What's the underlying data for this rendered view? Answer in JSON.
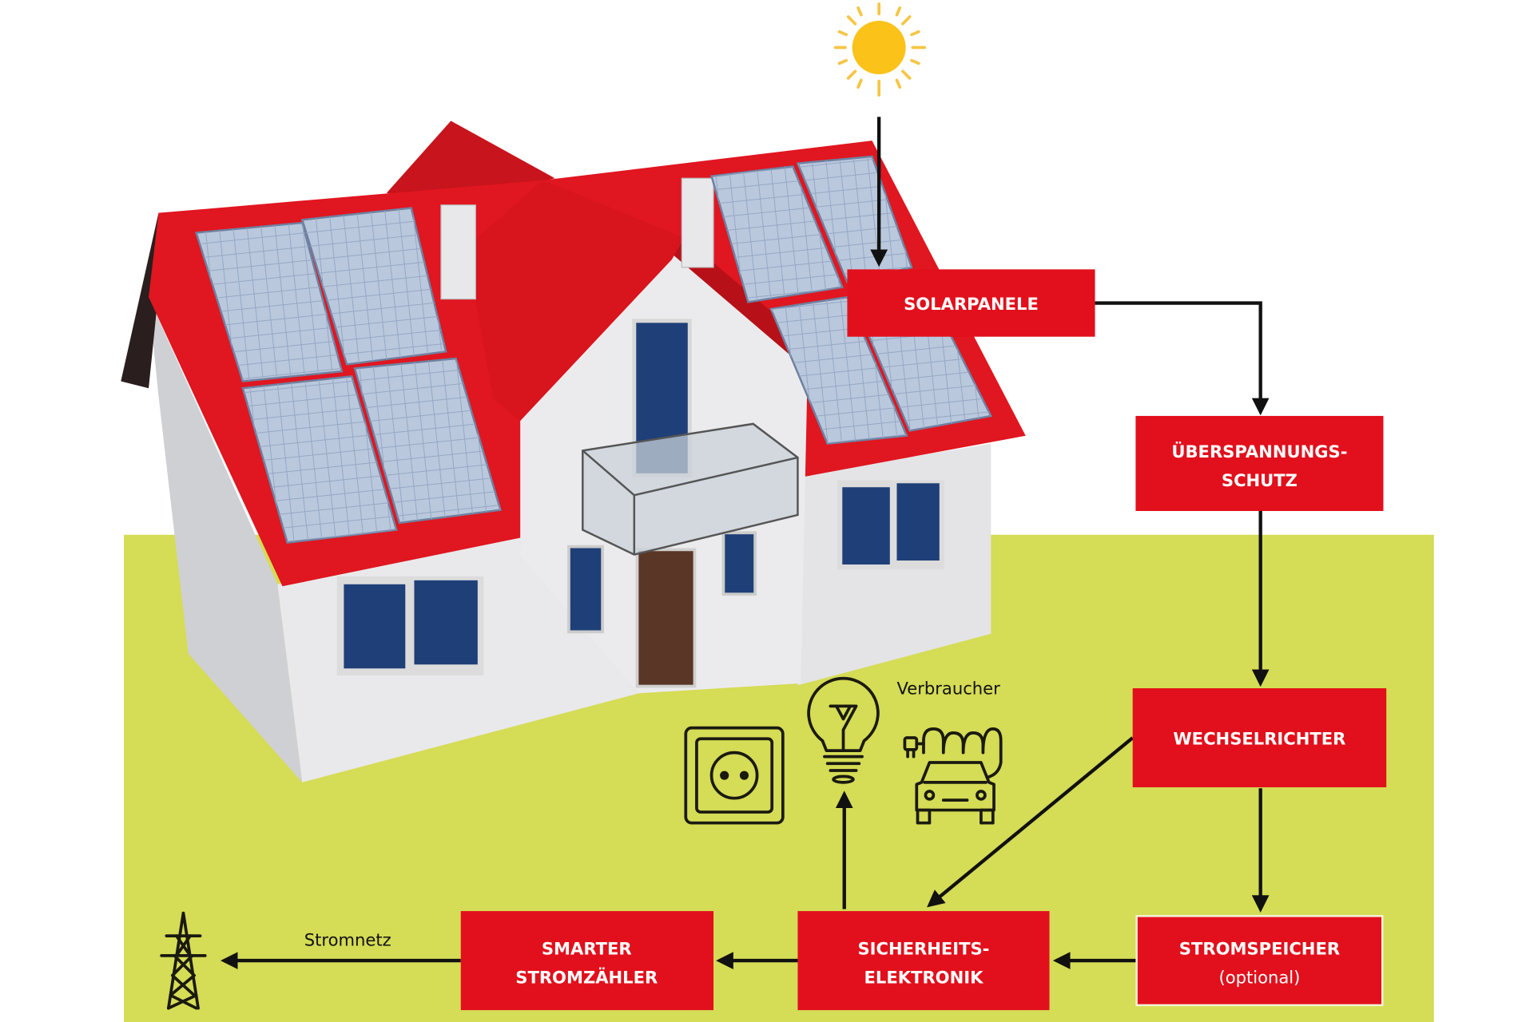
{
  "colors": {
    "box_red": "#e2101c",
    "ground": "#d5dc55",
    "sun": "#fbc21a",
    "roof": "#e01620",
    "wall": "#e6e6e8",
    "window": "#1f3f78"
  },
  "boxes": {
    "solarpanele": {
      "line1": "SOLARPANELE"
    },
    "ueberspannung": {
      "line1": "ÜBERSPANNUNGS-",
      "line2": "SCHUTZ"
    },
    "wechselrichter": {
      "line1": "WECHSELRICHTER"
    },
    "stromspeicher": {
      "line1": "STROMSPEICHER",
      "line2": "(optional)"
    },
    "sicherheit": {
      "line1": "SICHERHEITS-",
      "line2": "ELEKTRONIK"
    },
    "stromzaehler": {
      "line1": "SMARTER",
      "line2": "STROMZÄHLER"
    }
  },
  "labels": {
    "verbraucher": "Verbraucher",
    "stromnetz": "Stromnetz"
  },
  "icons": [
    "sun-icon",
    "power-socket-icon",
    "light-bulb-icon",
    "electric-car-icon",
    "power-tower-icon"
  ]
}
